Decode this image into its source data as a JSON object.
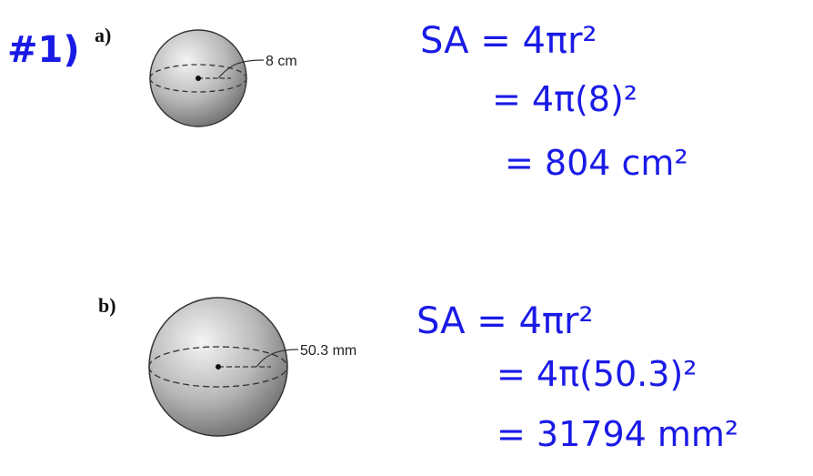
{
  "problem_number": "#1)",
  "part_a": {
    "label": "a)",
    "radius_label": "8 cm",
    "work": [
      "SA = 4πr²",
      "= 4π(8)²",
      "= 804 cm²"
    ]
  },
  "part_b": {
    "label": "b)",
    "radius_label": "50.3 mm",
    "work": [
      "SA = 4πr²",
      "= 4π(50.3)²",
      "= 31794 mm²"
    ]
  },
  "colors": {
    "ink": "#1a1ae6",
    "sphere_light": "#f2f2f2",
    "sphere_dark": "#6e6e6e"
  }
}
